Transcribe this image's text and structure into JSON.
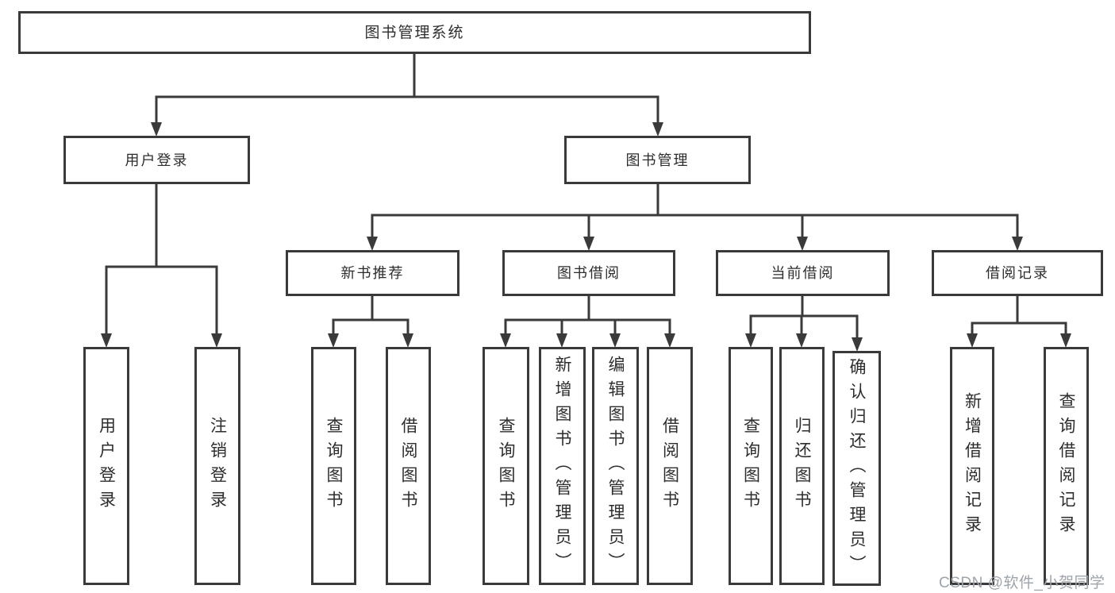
{
  "diagram": {
    "title": "图书管理系统",
    "branches": [
      {
        "label": "用户登录",
        "children": [
          {
            "label": "用户登录"
          },
          {
            "label": "注销登录"
          }
        ]
      },
      {
        "label": "图书管理",
        "children": [
          {
            "label": "新书推荐",
            "children": [
              {
                "label": "查询图书"
              },
              {
                "label": "借阅图书"
              }
            ]
          },
          {
            "label": "图书借阅",
            "children": [
              {
                "label": "查询图书"
              },
              {
                "label": "新增图书（管理员）"
              },
              {
                "label": "编辑图书（管理员）"
              },
              {
                "label": "借阅图书"
              }
            ]
          },
          {
            "label": "当前借阅",
            "children": [
              {
                "label": "查询图书"
              },
              {
                "label": "归还图书"
              },
              {
                "label": "确认归还（管理员）"
              }
            ]
          },
          {
            "label": "借阅记录",
            "children": [
              {
                "label": "新增借阅记录"
              },
              {
                "label": "查询借阅记录"
              }
            ]
          }
        ]
      }
    ]
  },
  "watermark": {
    "text": "CSDN @软件_小贺同学"
  },
  "colors": {
    "line": "#3a3a3a",
    "text": "#2d2d2d",
    "watermark": "#9ea4ab",
    "background": "#ffffff"
  }
}
